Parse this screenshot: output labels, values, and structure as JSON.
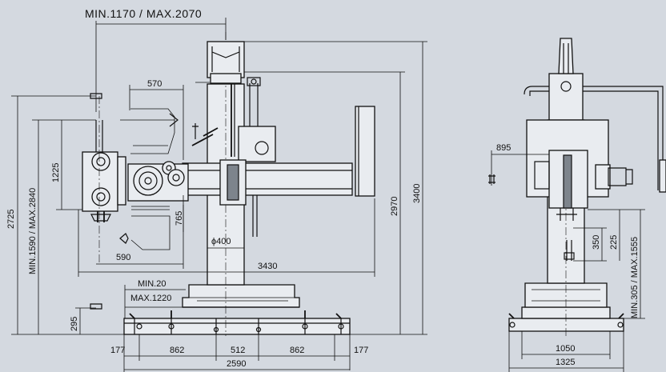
{
  "dimensions": {
    "top_span": "MIN.1170  /  MAX.2070",
    "arm_depth_top": "570",
    "left_total": "2725",
    "left_range": "MIN.1590 / MAX.2840",
    "head_height": "1225",
    "head_offset_low": "590",
    "height_765": "765",
    "column_dia": "ϕ400",
    "arm_length": "3430",
    "height_2970": "2970",
    "height_3400": "3400",
    "table_min": "MIN.20",
    "table_max": "MAX.1220",
    "base_height": "295",
    "base_seg_a": "177",
    "base_seg_b": "862",
    "base_seg_c": "512",
    "base_seg_d": "862",
    "base_seg_e": "177",
    "base_total": "2590",
    "side_offset": "895",
    "side_350": "350",
    "side_225": "225",
    "side_range": "MIN.305 / MAX.1555",
    "side_base_inner": "1050",
    "side_base_total": "1325"
  }
}
